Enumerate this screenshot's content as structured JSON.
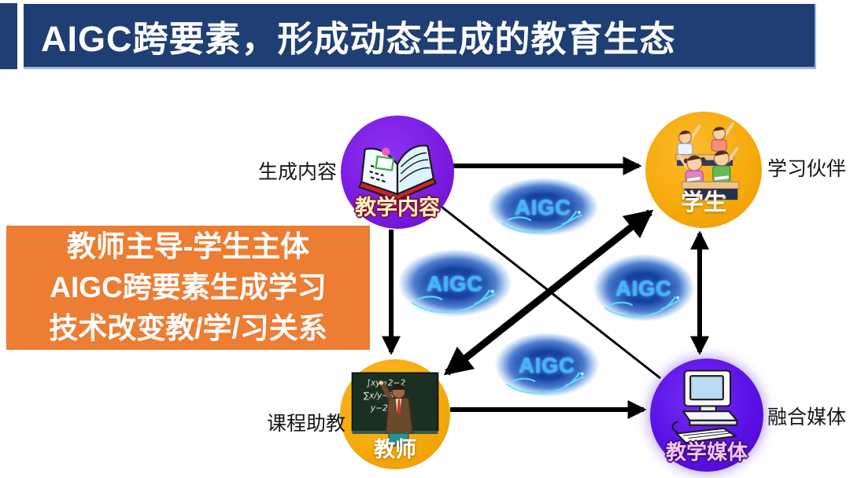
{
  "slide": {
    "title": "AIGC跨要素，形成动态生成的教育生态",
    "callout": {
      "line1": "教师主导-学生主体",
      "line2": "AIGC跨要素生成学习",
      "line3": "技术改变教/学/习关系"
    },
    "nodes": {
      "content": {
        "label": "教学内容",
        "side_label": "生成内容",
        "icon": "open-book-icon"
      },
      "students": {
        "label": "学生",
        "side_label": "学习伙伴",
        "icon": "students-raising-hands-icon"
      },
      "teacher": {
        "label": "教师",
        "side_label": "课程助教",
        "icon": "teacher-at-blackboard-icon"
      },
      "media": {
        "label": "教学媒体",
        "side_label": "融合媒体",
        "icon": "desktop-computer-icon"
      }
    },
    "aigc": {
      "label": "AIGC"
    },
    "colors": {
      "title_bar": "#1F3E74",
      "callout_bg": "#EC7D33",
      "node_purple": "#7B1BE3",
      "node_yellow": "#F6A90B",
      "node_media_purple": "#5B10E6",
      "aigc_text": "#3FB6FF",
      "arrow": "#000000"
    }
  }
}
